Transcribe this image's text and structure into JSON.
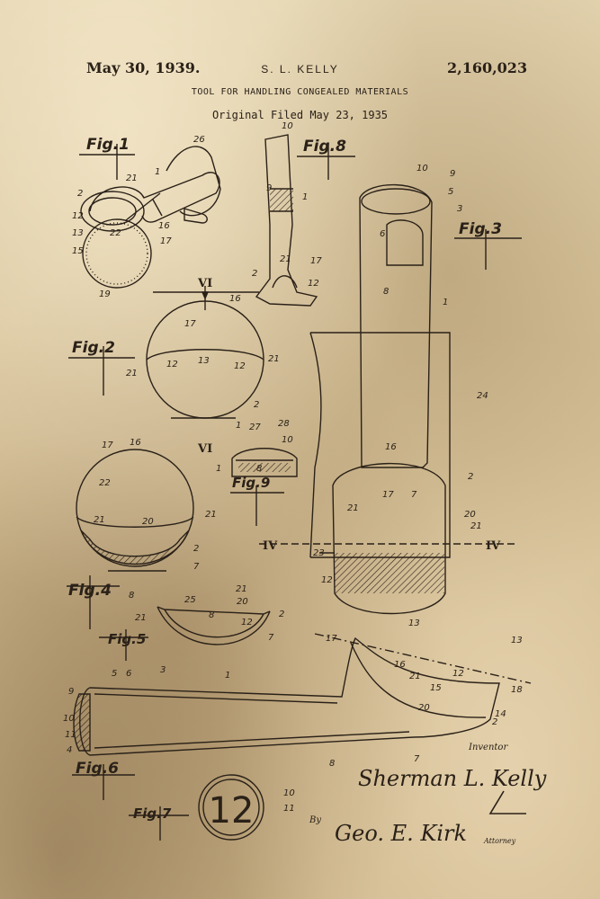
{
  "header": {
    "date": "May 30, 1939.",
    "inventor": "S. L. KELLY",
    "patent_number": "2,160,023",
    "title": "TOOL FOR HANDLING CONGEALED MATERIALS",
    "filed": "Original Filed May 23, 1935"
  },
  "figures": {
    "fig1": "Fig.1",
    "fig2": "Fig.2",
    "fig3": "Fig.3",
    "fig4": "Fig.4",
    "fig5": "Fig.5",
    "fig6": "Fig.6",
    "fig7": "Fig.7",
    "fig8": "Fig.8",
    "fig9": "Fig.9"
  },
  "section_marks": {
    "vi": "VI",
    "iv": "IV"
  },
  "badge": "12",
  "signature_block": {
    "inventor_label": "Inventor",
    "inventor_signature": "Sherman L. Kelly",
    "by_label": "By",
    "attorney_signature": "Geo. E. Kirk",
    "attorney_label": "Attorney"
  },
  "colors": {
    "ink": "#2a2118",
    "paper": "#d9c7a0"
  }
}
